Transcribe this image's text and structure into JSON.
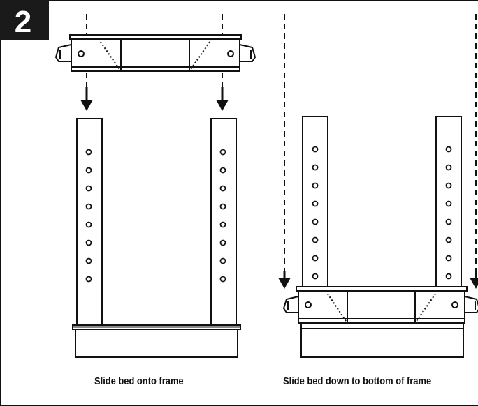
{
  "step_number": "2",
  "captions": {
    "left": "Slide bed onto frame",
    "right": "Slide bed down to bottom of frame"
  },
  "colors": {
    "ink": "#111111",
    "background": "#ffffff",
    "badge": "#1a1a1a",
    "badge_text": "#ffffff"
  }
}
